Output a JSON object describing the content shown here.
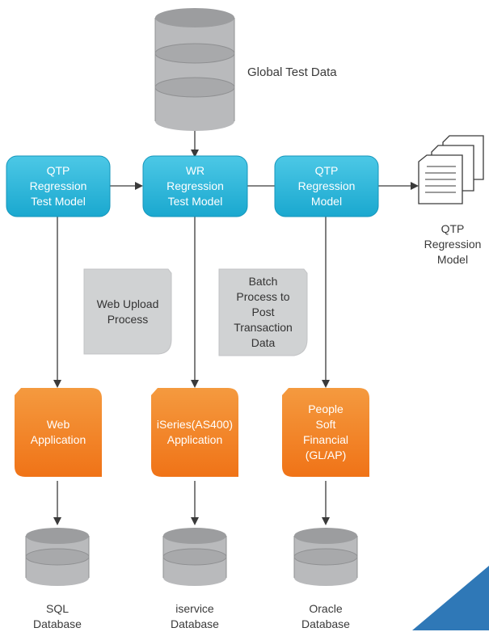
{
  "diagram": {
    "global_data": {
      "label": "Global Test Data"
    },
    "models": [
      {
        "id": "qtp-left",
        "label": "QTP\nRegression\nTest Model"
      },
      {
        "id": "wr",
        "label": "WR\nRegression\nTest Model"
      },
      {
        "id": "qtp-right",
        "label": "QTP\nRegression\nModel"
      }
    ],
    "report": {
      "label": "QTP\nRegression\nModel"
    },
    "notes": [
      {
        "id": "web-upload",
        "label": "Web Upload\nProcess"
      },
      {
        "id": "batch",
        "label": "Batch\nProcess to\nPost\nTransaction\nData"
      }
    ],
    "applications": [
      {
        "id": "web-app",
        "label": "Web\nApplication"
      },
      {
        "id": "iseries-app",
        "label": "iSeries(AS400)\nApplication"
      },
      {
        "id": "peoplesoft",
        "label": "People\nSoft\nFinancial\n(GL/AP)"
      }
    ],
    "databases": [
      {
        "id": "sql",
        "label": "SQL\nDatabase"
      },
      {
        "id": "iservice",
        "label": "iservice\nDatabase"
      },
      {
        "id": "oracle",
        "label": "Oracle\nDatabase"
      }
    ],
    "colors": {
      "model_fill": "#1fb3d6",
      "model_stroke": "#1aa1c4",
      "app_fill": "#f27a1c",
      "note_fill": "#d0d2d3",
      "db_fill": "#b9babc",
      "db_stroke": "#8a8b8d",
      "arrow": "#3a3a3a",
      "corner": "#2f78b7"
    }
  }
}
